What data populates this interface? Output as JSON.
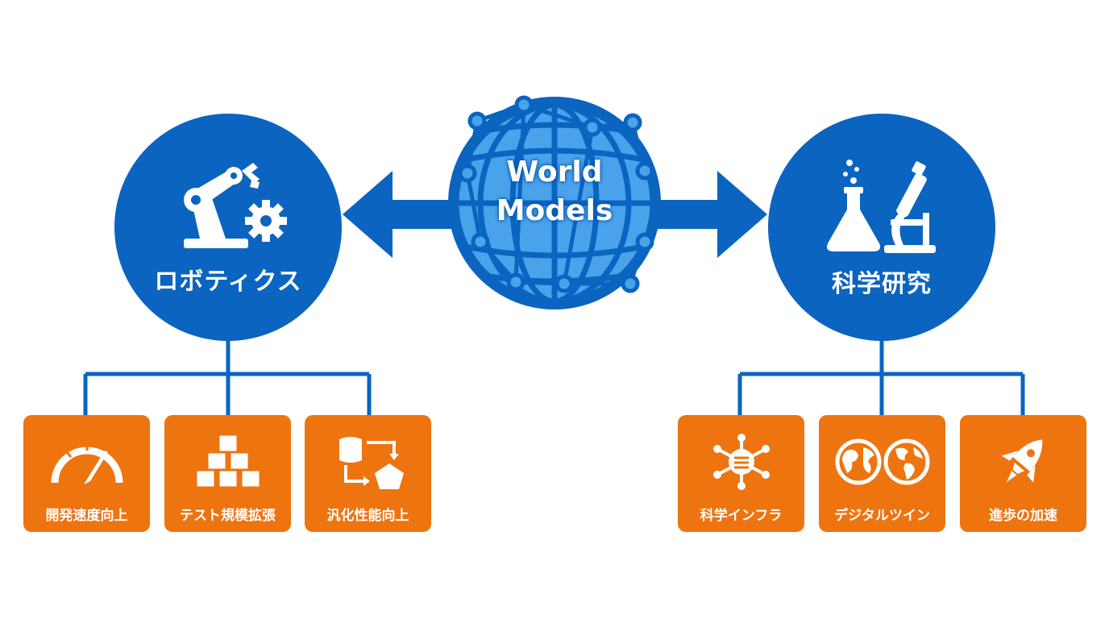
{
  "hub": {
    "title_line1": "World",
    "title_line2": "Models"
  },
  "left": {
    "label": "ロボティクス",
    "icon": "robot-arm-gear-icon",
    "children": [
      {
        "label": "開発速度向上",
        "icon": "speedometer-icon"
      },
      {
        "label": "テスト規模拡張",
        "icon": "stacked-cubes-icon"
      },
      {
        "label": "汎化性能向上",
        "icon": "shape-transform-icon"
      }
    ]
  },
  "right": {
    "label": "科学研究",
    "icon": "flask-microscope-icon",
    "children": [
      {
        "label": "科学インフラ",
        "icon": "network-server-icon"
      },
      {
        "label": "デジタルツイン",
        "icon": "twin-globes-icon"
      },
      {
        "label": "進歩の加速",
        "icon": "rocket-icon"
      }
    ]
  },
  "colors": {
    "primary_blue": "#0a64c0",
    "light_blue": "#4aa3ea",
    "accent_orange": "#ee7410",
    "background": "#ffffff"
  }
}
